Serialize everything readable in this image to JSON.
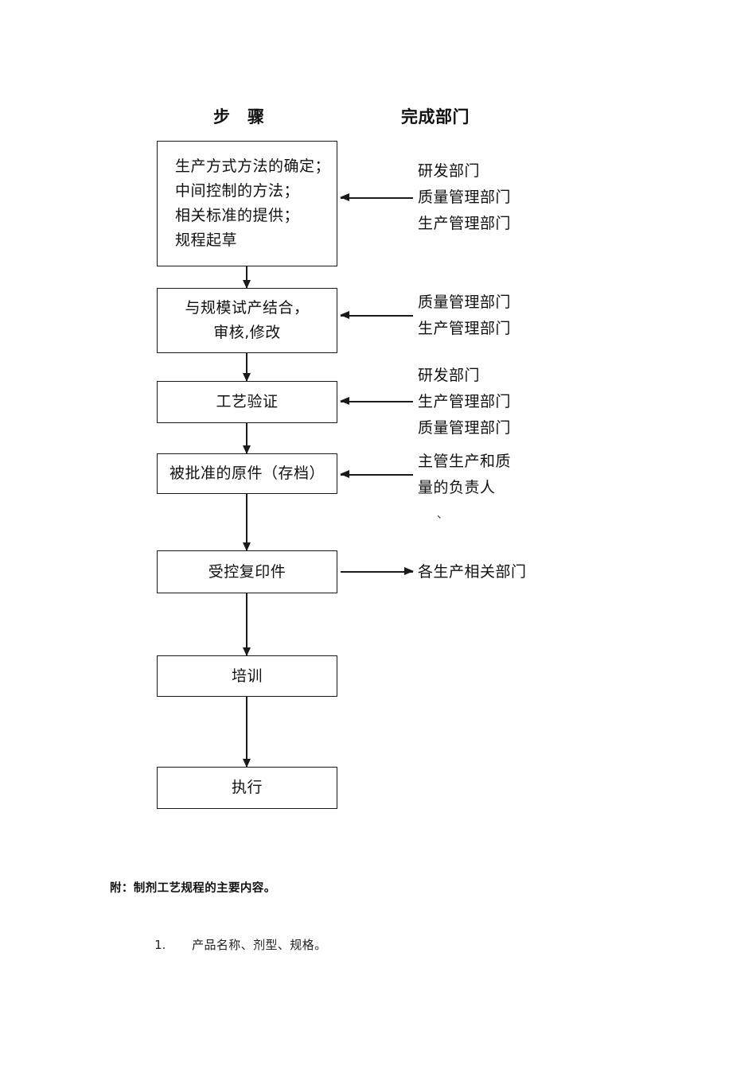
{
  "headers": {
    "steps": "步　骤",
    "department": "完成部门"
  },
  "flow": {
    "boxes": [
      {
        "id": "box-1",
        "lines": [
          "生产方式方法的确定；",
          "中间控制的方法；",
          "相关标准的提供；",
          "规程起草"
        ]
      },
      {
        "id": "box-2",
        "lines": [
          "与规模试产结合，",
          "审核,修改"
        ]
      },
      {
        "id": "box-3",
        "lines": [
          "工艺验证"
        ]
      },
      {
        "id": "box-4",
        "lines": [
          "被批准的原件（存档）"
        ]
      },
      {
        "id": "box-5",
        "lines": [
          "受控复印件"
        ]
      },
      {
        "id": "box-6",
        "lines": [
          "培训"
        ]
      },
      {
        "id": "box-7",
        "lines": [
          "执行"
        ]
      }
    ]
  },
  "departments": [
    {
      "id": "dept-1",
      "direction": "into-box",
      "lines": [
        "研发部门",
        "质量管理部门",
        "生产管理部门"
      ]
    },
    {
      "id": "dept-2",
      "direction": "into-box",
      "lines": [
        "质量管理部门",
        "生产管理部门"
      ]
    },
    {
      "id": "dept-3",
      "direction": "into-box",
      "lines": [
        "研发部门",
        "生产管理部门",
        "质量管理部门"
      ]
    },
    {
      "id": "dept-4",
      "direction": "into-box",
      "lines": [
        "主管生产和质",
        "量的负责人"
      ]
    },
    {
      "id": "dept-5",
      "direction": "out-of-box",
      "lines": [
        "各生产相关部门"
      ]
    }
  ],
  "stray_mark": "、",
  "notes": {
    "heading": "附：制剂工艺规程的主要内容。",
    "items": [
      {
        "number": "1.",
        "text": "产品名称、剂型、规格。"
      }
    ]
  }
}
